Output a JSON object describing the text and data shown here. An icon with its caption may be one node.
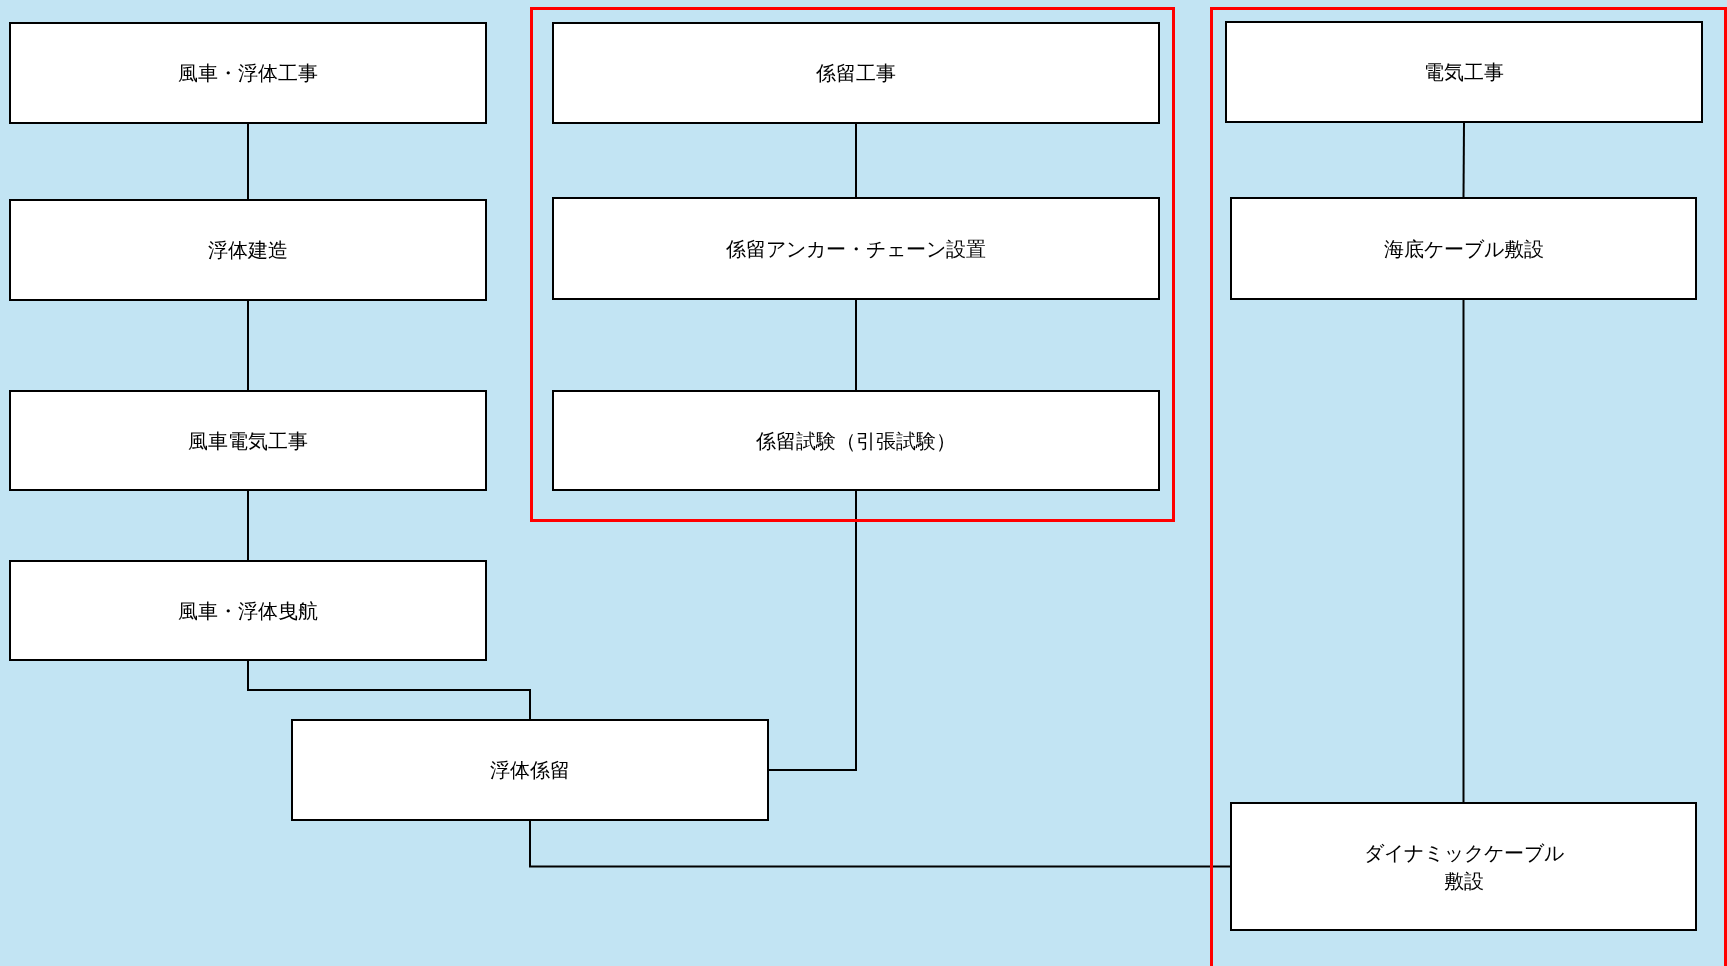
{
  "diagram": {
    "nodes": [
      {
        "text": [
          "風車・浮体工事"
        ]
      },
      {
        "text": [
          "浮体建造"
        ]
      },
      {
        "text": [
          "風車電気工事"
        ]
      },
      {
        "text": [
          "風車・浮体曳航"
        ]
      },
      {
        "text": [
          "浮体係留"
        ]
      },
      {
        "text": [],
        "shape": "box"
      },
      {
        "text": [
          "係留工事"
        ],
        "in": 5
      },
      {
        "text": [
          "係留アンカー・チェーン設置"
        ],
        "in": 5
      },
      {
        "text": [
          "係留試験（引張試験）"
        ],
        "in": 5
      },
      {
        "text": [],
        "shape": "box"
      },
      {
        "text": [
          "電気工事"
        ],
        "in": 9
      },
      {
        "text": [
          "海底ケーブル敷設"
        ],
        "in": 9
      },
      {
        "text": [
          "ダイナミックケーブル敷設"
        ],
        "in": 9
      }
    ],
    "edges": [
      {
        "from": 0,
        "to": 1,
        "arrow": "none"
      },
      {
        "from": 1,
        "to": 2,
        "arrow": "none"
      },
      {
        "from": 2,
        "to": 3,
        "arrow": "none"
      },
      {
        "from": 3,
        "to": 4,
        "arrow": "none"
      },
      {
        "from": 6,
        "to": 7,
        "arrow": "none"
      },
      {
        "from": 7,
        "to": 8,
        "arrow": "none"
      },
      {
        "from": 8,
        "to": 4,
        "arrow": "none"
      },
      {
        "from": 10,
        "to": 11,
        "arrow": "none"
      },
      {
        "from": 11,
        "to": 12,
        "arrow": "none"
      },
      {
        "from": 4,
        "to": 12,
        "arrow": "none"
      }
    ]
  }
}
